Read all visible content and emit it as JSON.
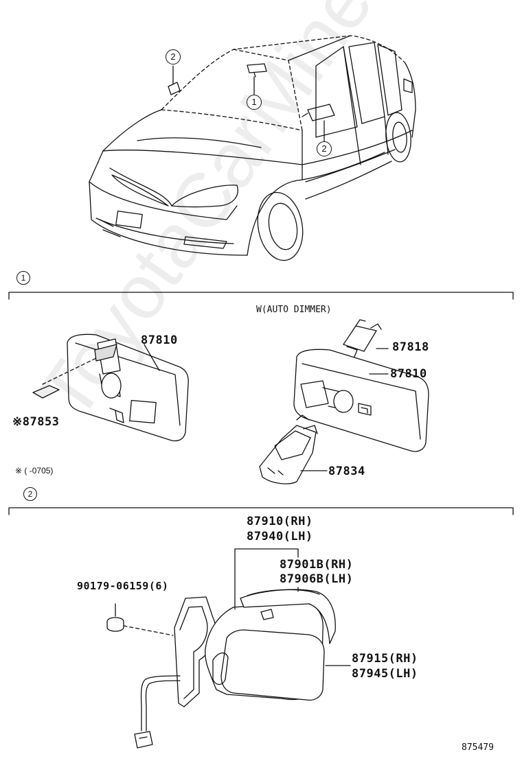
{
  "watermark": "ToyotaCarMine.ru",
  "overview": {
    "callouts": [
      {
        "label": "2"
      },
      {
        "label": "1"
      },
      {
        "label": "2"
      }
    ]
  },
  "section1": {
    "marker": "1",
    "variant_label": "W(AUTO DIMMER)",
    "parts_left": {
      "mirror": "87810",
      "pad": "※87853"
    },
    "parts_right": {
      "clip": "87818",
      "mirror": "87810",
      "cover": "87834"
    },
    "footnote": "※ (      -0705)"
  },
  "section2": {
    "marker": "2",
    "parts": {
      "assy_rh": "87910(RH)",
      "assy_lh": "87940(LH)",
      "cover_rh": "87901B(RH)",
      "cover_lh": "87906B(LH)",
      "screw": "90179-06159(6)",
      "glass_rh": "87915(RH)",
      "glass_lh": "87945(LH)"
    }
  },
  "diagram_number": "875479"
}
